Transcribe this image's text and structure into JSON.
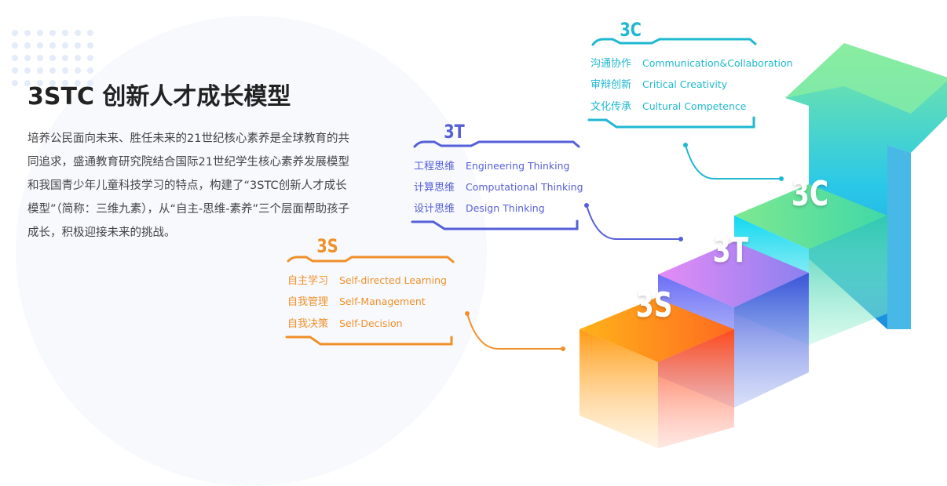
{
  "title": "3STC 创新人才成长模型",
  "description": "培养公民面向未来、胜任未来的21世纪核心素养是全球教育的共同追求，盛通教育研究院结合国际21世纪学生核心素养发展模型和我国青少年儿童科技学习的特点，构建了“3STC创新人才成长模型”（简称：三维九素），从“自主-思维-素养”三个层面帮助孩子成长，积极迎接未来的挑战。",
  "colors": {
    "s": "#f0902a",
    "t": "#5560d8",
    "c": "#1fb8d0"
  },
  "groups": {
    "c": {
      "heading": "3C",
      "items": [
        {
          "cn": "沟通协作",
          "en": "Communication&Collaboration"
        },
        {
          "cn": "审辩创新",
          "en": "Critical Creativity"
        },
        {
          "cn": "文化传承",
          "en": "Cultural Competence"
        }
      ]
    },
    "t": {
      "heading": "3T",
      "items": [
        {
          "cn": "工程思维",
          "en": "Engineering Thinking"
        },
        {
          "cn": "计算思维",
          "en": "Computational Thinking"
        },
        {
          "cn": "设计思维",
          "en": "Design Thinking"
        }
      ]
    },
    "s": {
      "heading": "3S",
      "items": [
        {
          "cn": "自主学习",
          "en": "Self-directed Learning"
        },
        {
          "cn": "自我管理",
          "en": "Self-Management"
        },
        {
          "cn": "自我决策",
          "en": "Self-Decision"
        }
      ]
    }
  },
  "steps": {
    "s": "3S",
    "t": "3T",
    "c": "3C"
  }
}
